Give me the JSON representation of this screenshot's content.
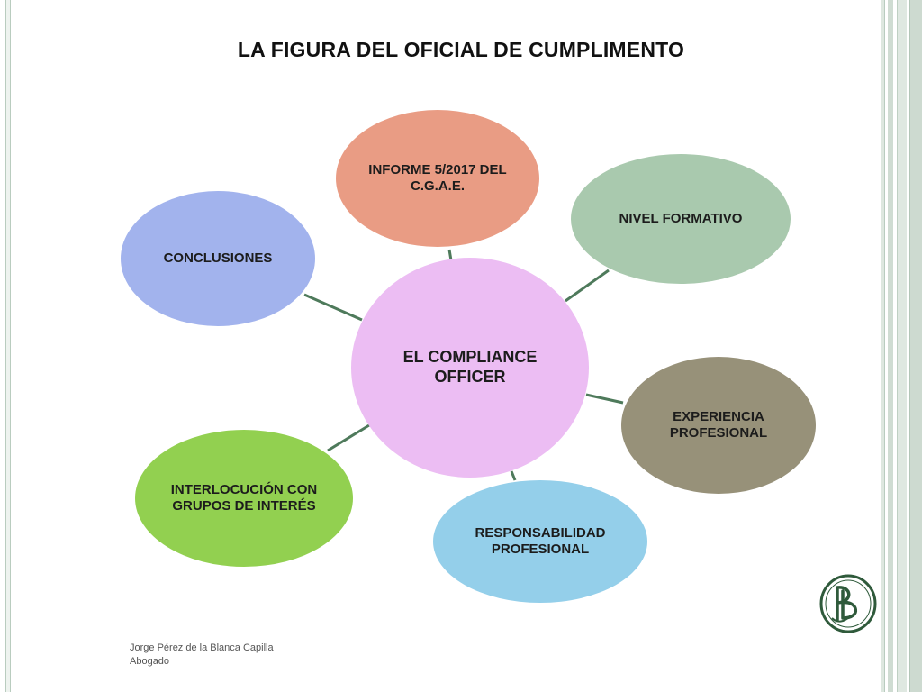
{
  "title": "LA FIGURA DEL OFICIAL DE CUMPLIMENTO",
  "center": {
    "label": "EL COMPLIANCE OFFICER",
    "color": "#ecbdf3"
  },
  "nodes": [
    {
      "id": "informe",
      "label": "INFORME 5/2017 DEL C.G.A.E.",
      "color": "#e99c84"
    },
    {
      "id": "nivel-formativo",
      "label": "NIVEL FORMATIVO",
      "color": "#a9c9ae"
    },
    {
      "id": "experiencia",
      "label": "EXPERIENCIA PROFESIONAL",
      "color": "#979179"
    },
    {
      "id": "responsabilidad",
      "label": "RESPONSABILIDAD PROFESIONAL",
      "color": "#94cfea"
    },
    {
      "id": "interlocucion",
      "label": "INTERLOCUCIÓN CON GRUPOS DE INTERÉS",
      "color": "#92d050"
    },
    {
      "id": "conclusiones",
      "label": "CONCLUSIONES",
      "color": "#a2b3ed"
    }
  ],
  "connector_color": "#4e7a5b",
  "footer": {
    "name": "Jorge Pérez de la Blanca Capilla",
    "role": "Abogado"
  },
  "logo": {
    "name": "monogram-logo",
    "color": "#2f5a3b"
  }
}
